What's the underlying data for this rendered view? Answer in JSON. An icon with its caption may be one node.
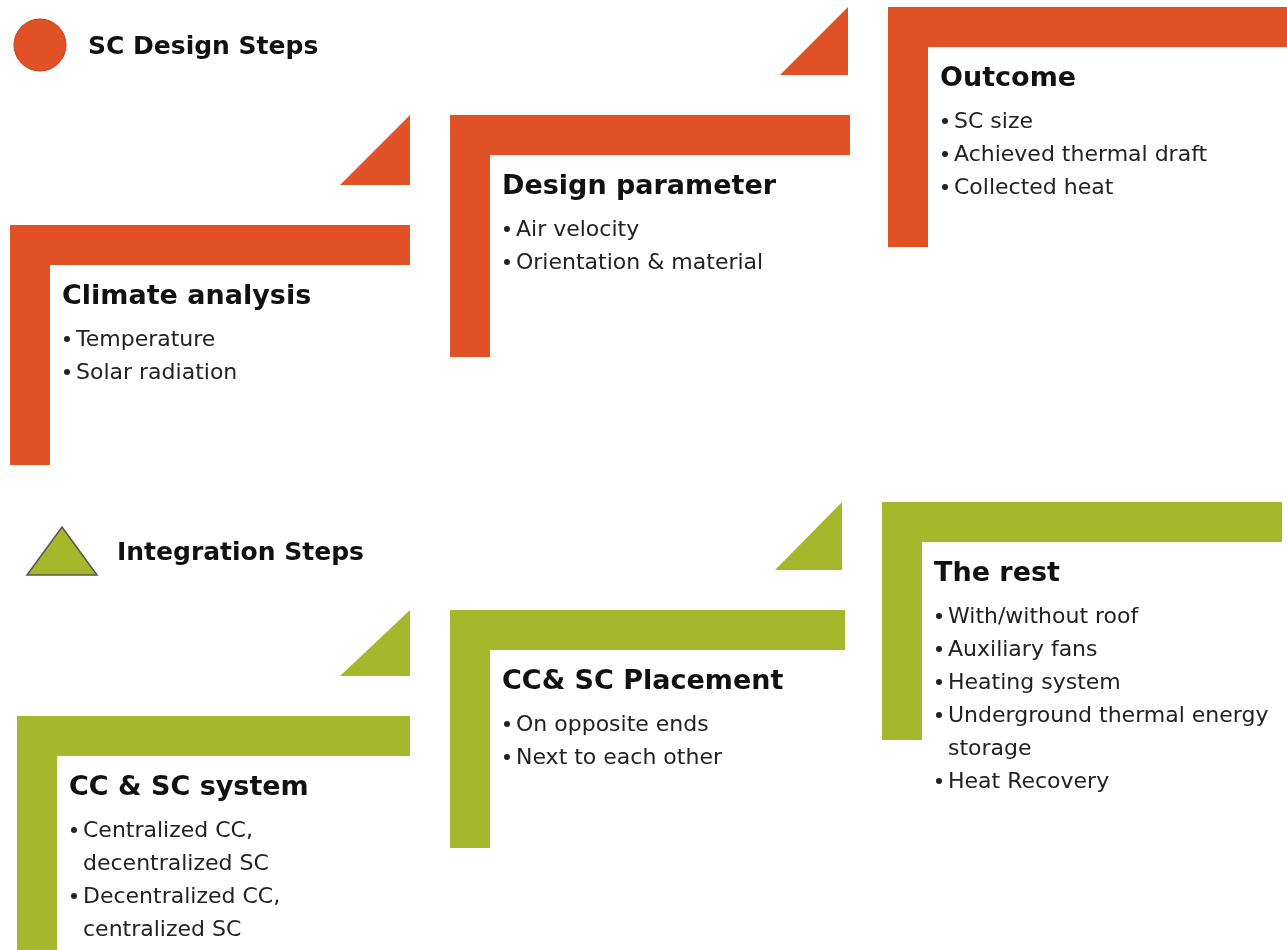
{
  "diagram": {
    "nodes": [
      {
        "text": [
          "Climate analysis",
          "Temperature",
          "Solar radiation"
        ]
      },
      {
        "text": [
          "Design parameter",
          "Air velocity",
          "Orientation & material"
        ]
      },
      {
        "text": [
          "Outcome",
          "SC size",
          "Achieved thermal draft",
          "Collected heat"
        ]
      },
      {
        "text": [
          "CC & SC system",
          "Centralized CC, decentralized SC",
          "Decentralized CC, centralized SC"
        ]
      },
      {
        "text": [
          "CC& SC Placement",
          "On opposite ends",
          "Next to each other"
        ]
      },
      {
        "text": [
          "The rest",
          "With/without roof",
          "Auxiliary fans",
          "Heating system",
          "Underground thermal energy storage",
          "Heat Recovery"
        ]
      }
    ],
    "edges": [
      {
        "from": 1,
        "to": 0,
        "arrow": "to",
        "color": "#e05226"
      },
      {
        "from": 2,
        "to": 1,
        "arrow": "to",
        "color": "#e05226"
      },
      {
        "from": 4,
        "to": 3,
        "arrow": "to",
        "color": "#a5b72b"
      },
      {
        "from": 5,
        "to": 4,
        "arrow": "to",
        "color": "#a5b72b"
      }
    ],
    "legend": [
      {
        "text": "SC Design Steps",
        "color": "#e05226"
      },
      {
        "text": "Integration  Steps",
        "color": "#a5b72b"
      }
    ]
  }
}
